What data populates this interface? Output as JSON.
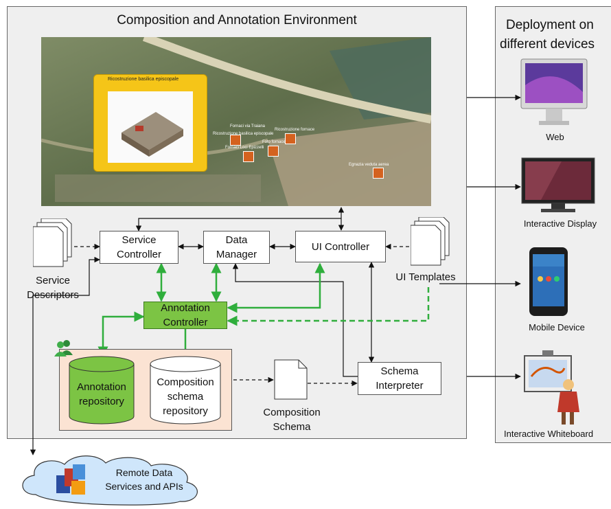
{
  "composition_env": {
    "title": "Composition and Annotation Environment"
  },
  "deployment": {
    "title_line1": "Deployment on",
    "title_line2": "different devices",
    "devices": [
      {
        "label": "Web",
        "icon": "imac-monitor-icon"
      },
      {
        "label": "Interactive Display",
        "icon": "flat-tv-icon"
      },
      {
        "label": "Mobile Device",
        "icon": "smartphone-icon"
      },
      {
        "label": "Interactive Whiteboard",
        "icon": "whiteboard-teacher-icon"
      }
    ]
  },
  "map": {
    "popup_title": "Ricostruzione basilica episcopale",
    "poi_labels": [
      "Fornaci via Traiana",
      "Ricostruzione basilica episcopale",
      "Ricostruzione fornace",
      "Foto fornace",
      "Fornaci Loci Epizzelli",
      "Egnazia veduta aerea"
    ]
  },
  "components": {
    "service_controller": "Service\nController",
    "data_manager": "Data\nManager",
    "ui_controller": "UI Controller",
    "annotation_controller": "Annotation\nController",
    "annotation_repository": "Annotation\nrepository",
    "composition_repository": "Composition\nschema\nrepository",
    "schema_interpreter": "Schema\nInterpreter"
  },
  "documents": {
    "service_descriptors": "Service\nDescriptors",
    "ui_templates": "UI Templates",
    "composition_schema": "Composition\nSchema"
  },
  "remote": {
    "label": "Remote Data\nServices and APIs"
  },
  "colors": {
    "green": "#7cc444",
    "panel": "#efefef",
    "repo_bg": "#fbe3d3",
    "map_popup": "#f5c518"
  }
}
